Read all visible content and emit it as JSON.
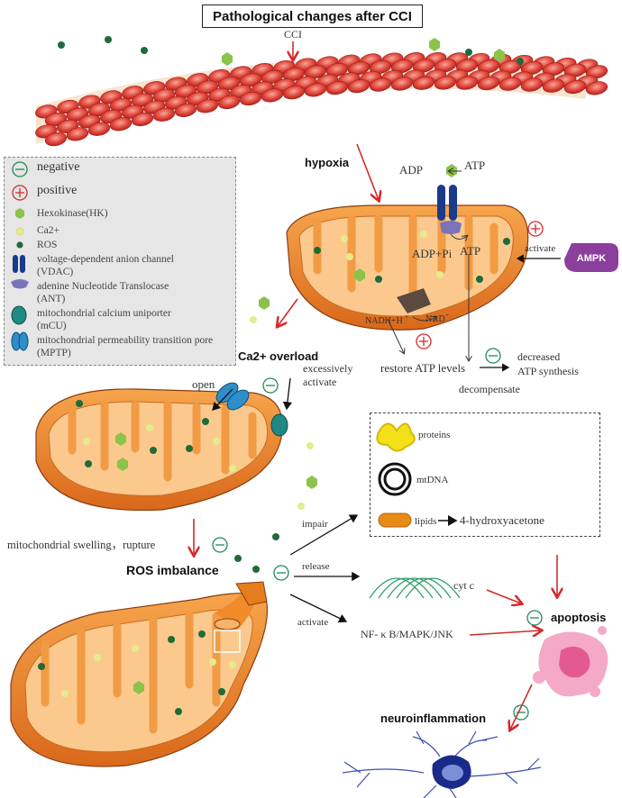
{
  "title": "Pathological changes after CCI",
  "top_label": "CCI",
  "legend": {
    "negative": "negative",
    "positive": "positive",
    "hexokinase": "Hexokinase(HK)",
    "ca2": "Ca2+",
    "ros": "ROS",
    "vdac_l1": "voltage-dependent anion channel",
    "vdac_l2": "(VDAC)",
    "ant_l1": "adenine Nucleotide Translocase",
    "ant_l2": "(ANT)",
    "mcu_l1": "mitochondrial calcium uniporter",
    "mcu_l2": "(mCU)",
    "mptp_l1": "mitochondrial permeability transition pore",
    "mptp_l2": "(MPTP)"
  },
  "labels": {
    "hypoxia": "hypoxia",
    "adp": "ADP",
    "atp_top": "ATP",
    "adp_pi": "ADP+Pi",
    "atp_mid": "ATP",
    "nadh": "NADH+H",
    "nad": "NAD",
    "activate_ampk": "activate",
    "ampk": "AMPK",
    "restore": "restore ATP levels",
    "decreased_l1": "decreased",
    "decreased_l2": "ATP synthesis",
    "decompensate": "decompensate",
    "ca_overload": "Ca2+ overload",
    "open": "open",
    "excess_l1": "excessively",
    "excess_l2": "activate",
    "swelling": "mitochondrial swelling，rupture",
    "ros_imbalance": "ROS imbalance",
    "impair": "impair",
    "release": "release",
    "activate_nf": "activate",
    "proteins": "proteins",
    "mtdna": "mtDNA",
    "lipids": "lipids",
    "hydroxy": "4-hydroxyacetone",
    "cytc": "cyt c",
    "nfkb": "NF- κ B/MAPK/JNK",
    "apoptosis": "apoptosis",
    "neuroinflammation": "neuroinflammation"
  },
  "colors": {
    "red_arrow": "#d42a2a",
    "mito_orange": "#f08a2a",
    "mito_light": "#fbc98e",
    "ros_green": "#1f6b3a",
    "hk_green": "#8bc34a",
    "ca_yellow": "#e4ec8c",
    "vdac_blue": "#1a3a8a",
    "ant_purple": "#7a73b8",
    "mcu_teal": "#1f8a85",
    "mptp_blue": "#2d8ec9",
    "ampk_purple": "#8b3e9c",
    "cytc_green": "#2e9e6a",
    "apoptosis_pink": "#ef8fb4"
  }
}
